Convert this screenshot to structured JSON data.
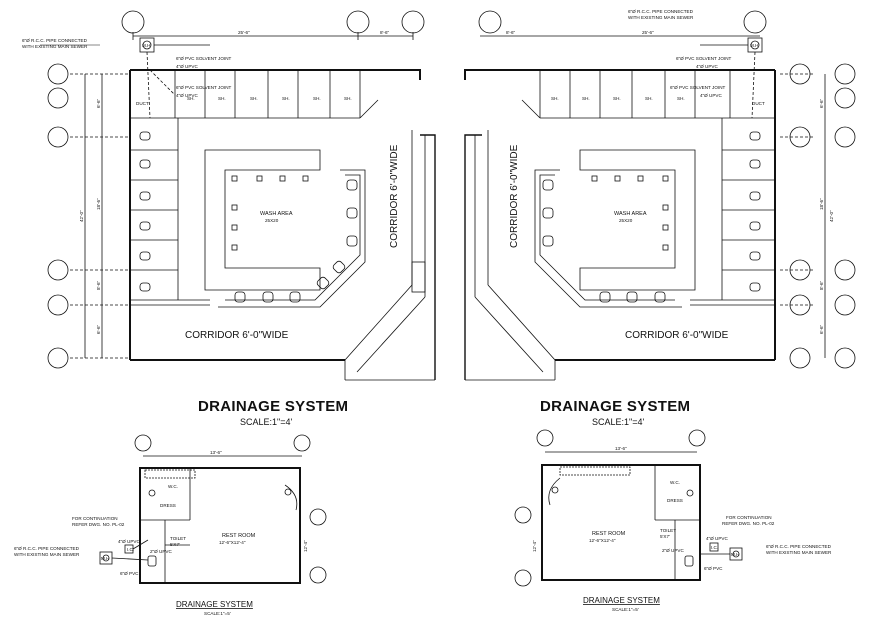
{
  "main_plans": {
    "title": "DRAINAGE SYSTEM",
    "scale": "SCALE:1\"=4'",
    "corridor_horizontal": "CORRIDOR 6'-0\"WIDE",
    "corridor_vertical": "CORRIDOR 6'-0\"WIDE",
    "wash_area": "WASH AREA",
    "wash_area_sub": "25X20",
    "duct": "DUCT",
    "shower_label": "SH.",
    "mh": "M.H",
    "sewer_note_1": "6\"Ø R.C.C. PIPE CONNECTED",
    "sewer_note_2": "WITH EXISTING MAIN SEWER",
    "pipe_notes": [
      "6\"Ø PVC SOLVENT JOINT",
      "4\"Ø UPVC",
      "6\"Ø PVC SOLVENT JOINT",
      "4\"Ø UPVC"
    ],
    "dim_top_left": "25'-6\"",
    "dim_top_right": "8'-6\"",
    "dim_vertical": [
      "6'-6\"",
      "18'-6\"",
      "8'-6\"",
      "6'-6\""
    ],
    "dim_total": "42'-0\""
  },
  "small_plans": {
    "title": "DRAINAGE SYSTEM",
    "scale": "SCALE:1\"=5'",
    "rest_room": "REST ROOM",
    "rest_room_dim": "12'-6\"X12'-4\"",
    "toilet": "TOILET",
    "toilet_dim": "5'X7'",
    "dress": "DRESS",
    "wc": "W.C.",
    "continuation_1": "FOR CONTINUATION",
    "continuation_2": "REFER DWG. NO. PL-02",
    "sewer_1": "6\"Ø R.C.C. PIPE CONNECTED",
    "sewer_2": "WITH EXISTING MAIN SEWER",
    "pvc_4": "4\"Ø UPVC",
    "pvc_2": "2\"Ø UPVC",
    "pvc_6": "6\"Ø PVC",
    "ic": "I.C.",
    "mh": "M.H",
    "dim_top": "13'-6\"",
    "dim_side": "12'-4\""
  },
  "colors": {
    "line": "#111111",
    "background": "#ffffff"
  }
}
